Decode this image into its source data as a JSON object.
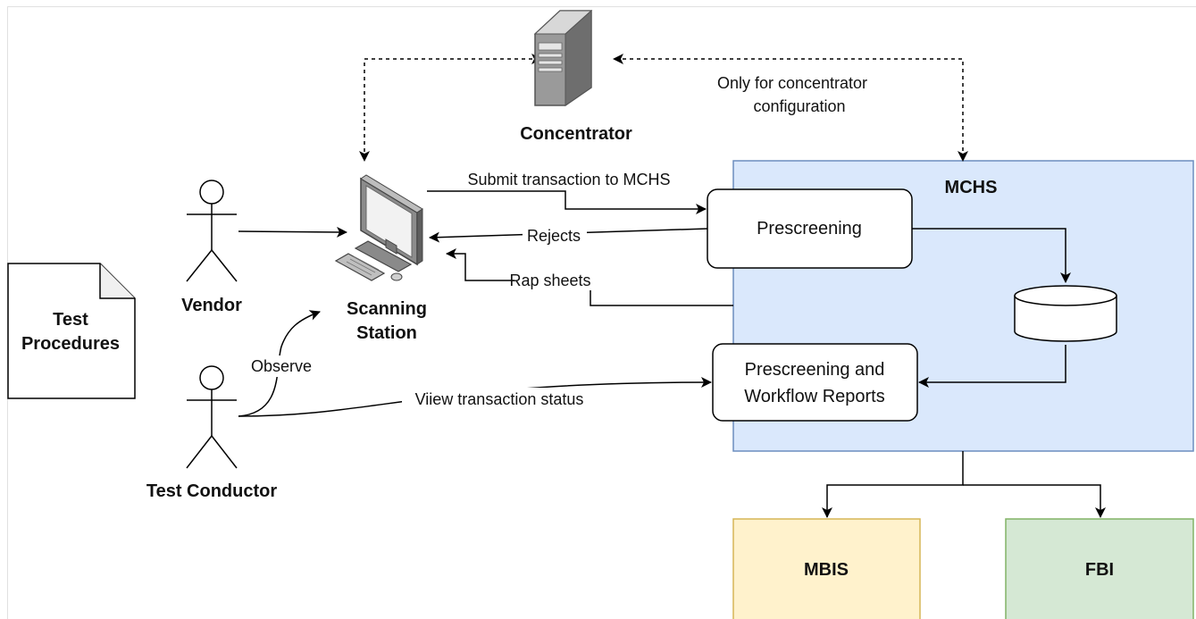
{
  "diagram": {
    "nodes": {
      "concentrator": "Concentrator",
      "scanning_station": [
        "Scanning",
        "Station"
      ],
      "vendor": "Vendor",
      "test_conductor": "Test Conductor",
      "test_procedures": [
        "Test",
        "Procedures"
      ],
      "mchs": "MCHS",
      "prescreening": "Prescreening",
      "reports": [
        "Prescreening and",
        "Workflow Reports"
      ],
      "mbis": "MBIS",
      "fbi": "FBI"
    },
    "edges": {
      "concentrator_note": [
        "Only for concentrator",
        "configuration"
      ],
      "submit": "Submit transaction to MCHS",
      "rejects": "Rejects",
      "rap_sheets": "Rap sheets",
      "observe": "Observe",
      "view_status": "Viiew transaction status"
    },
    "colors": {
      "mchs_fill": "#dae8fc",
      "mchs_stroke": "#6c8ebf",
      "mbis_fill": "#fff2cc",
      "mbis_stroke": "#d6b656",
      "fbi_fill": "#d5e8d4",
      "fbi_stroke": "#82b366"
    }
  }
}
